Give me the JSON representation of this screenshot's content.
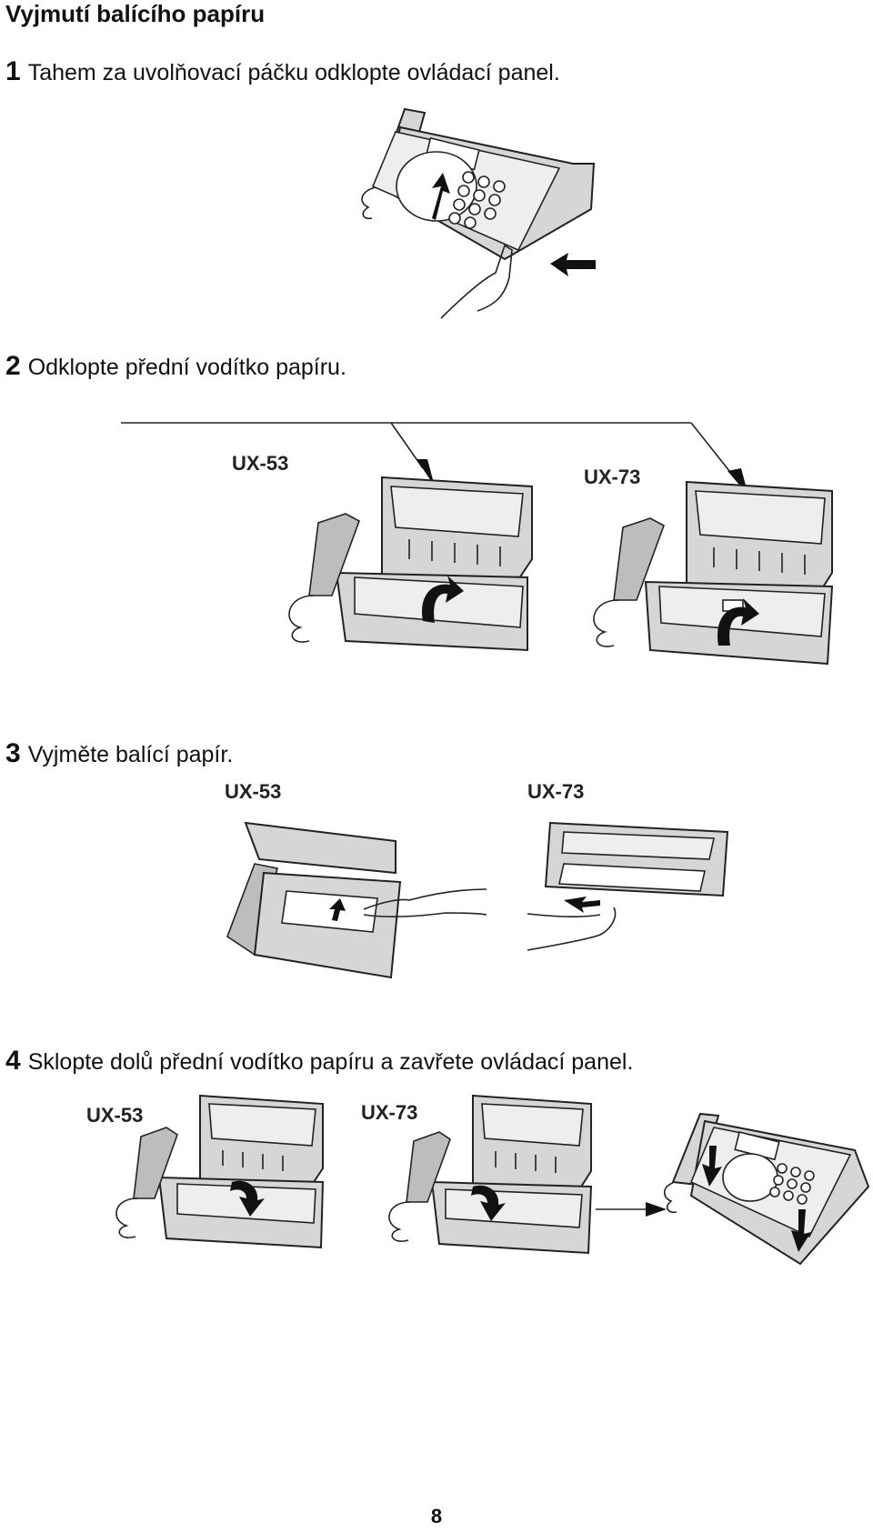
{
  "title": "Vyjmutí balícího papíru",
  "steps": [
    {
      "num": "1",
      "text": "Tahem za uvolňovací páčku odklopte ovládací panel."
    },
    {
      "num": "2",
      "text": "Odklopte přední vodítko papíru."
    },
    {
      "num": "3",
      "text": "Vyjměte balící papír."
    },
    {
      "num": "4",
      "text": "Sklopte dolů přední vodítko papíru a zavřete ovládací panel."
    }
  ],
  "models": {
    "s2_a": "UX-53",
    "s2_b": "UX-73",
    "s3_a": "UX-53",
    "s3_b": "UX-73",
    "s4_a": "UX-53",
    "s4_b": "UX-73"
  },
  "page_number": "8",
  "colors": {
    "ink": "#111111",
    "body_gray": "#d6d6d6",
    "shadow_gray": "#bdbdbd"
  }
}
